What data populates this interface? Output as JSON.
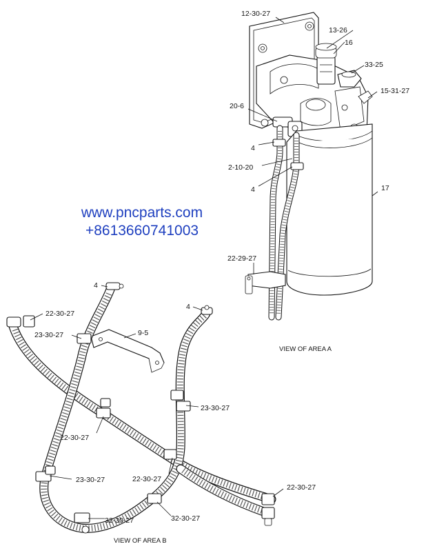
{
  "watermark": {
    "website": "www.pncparts.com",
    "phone": "+8613660741003"
  },
  "view_a": {
    "label": "VIEW OF AREA A",
    "callouts": {
      "mount_plate": "12-30-27",
      "cap": "13-26",
      "sensor": "16",
      "plug": "33-25",
      "base": "15-31-27",
      "elbow": "20-6",
      "clamp_upper": "4",
      "fitting": "2-10-20",
      "clamp_lower": "4",
      "filter": "17",
      "bracket_clip": "22-29-27"
    }
  },
  "view_b": {
    "label": "VIEW OF AREA B",
    "callouts": {
      "clamp_left": "4",
      "clip_top_left": "22-30-27",
      "clip_hose_left": "23-30-27",
      "bracket": "9-5",
      "clamp_right": "4",
      "clip_right_mid": "23-30-27",
      "clip_center_left": "22-30-27",
      "clip_lower_left": "23-30-27",
      "clip_center": "22-30-27",
      "clip_right_end": "22-30-27",
      "clip_bottom_left": "32-30-27",
      "clip_bottom_center": "32-30-27"
    }
  }
}
